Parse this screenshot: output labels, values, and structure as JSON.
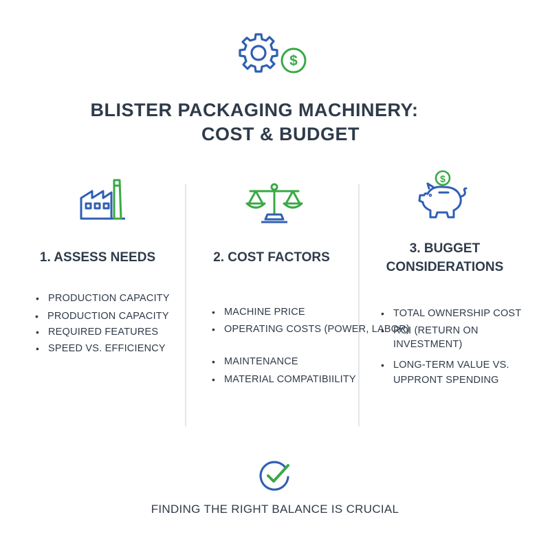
{
  "title": {
    "line1": "BLISTER PACKAGING MACHINERY:",
    "line2": "COST & BUDGET"
  },
  "icons": {
    "top": "gear-with-dollar-icon",
    "col1": "factory-icon",
    "col2": "balance-scale-icon",
    "col3": "piggy-bank-icon",
    "footer": "checkmark-circle-icon"
  },
  "colors": {
    "blue": "#2f5fb3",
    "green": "#3aa845",
    "text": "#2f3b4a"
  },
  "columns": [
    {
      "heading": "1. ASSESS NEEDS",
      "items": [
        "PRODUCTION CAPACITY",
        "PRODUCTION CAPACITY",
        "REQUIRED FEATURES",
        "SPEED VS. EFFICIENCY"
      ]
    },
    {
      "heading": "2. COST FACTORS",
      "items": [
        "MACHINE PRICE",
        "OPERATING COSTS (POWER, LABOR)",
        "MAINTENANCE",
        "MATERIAL COMPATIBIILITY"
      ]
    },
    {
      "heading_line1": "3. BUGGET",
      "heading_line2": "CONSIDERATIONS",
      "items": [
        "TOTAL OWNERSHIP COST",
        "ROI (RETURN ON",
        "INVESTMENT)",
        "LONG-TERM VALUE VS.",
        "UPPRONT SPENDING"
      ]
    }
  ],
  "footer": "FINDING THE RIGHT BALANCE IS CRUCIAL"
}
